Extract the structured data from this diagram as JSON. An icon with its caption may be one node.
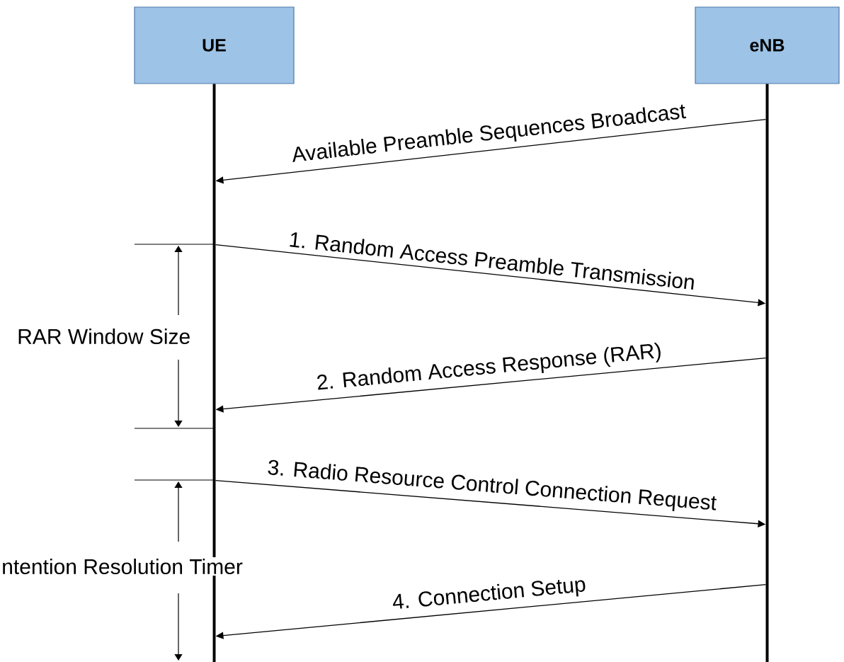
{
  "diagram": {
    "nodes": [
      {
        "text": [
          "UE"
        ]
      },
      {
        "text": [
          "eNB"
        ]
      }
    ],
    "edges": [
      {
        "from": 1,
        "to": 0,
        "arrow": "to",
        "label": "Available Preamble Sequences Broadcast"
      },
      {
        "from": 0,
        "to": 1,
        "arrow": "to",
        "label": "1. Random Access Preamble Transmission"
      },
      {
        "from": 1,
        "to": 0,
        "arrow": "to",
        "label": "2. Random Access Response (RAR)"
      },
      {
        "from": 0,
        "to": 1,
        "arrow": "to",
        "label": "3. Radio Resource Control Connection Request"
      },
      {
        "from": 1,
        "to": 0,
        "arrow": "to",
        "label": "4. Connection Setup"
      }
    ],
    "labels": [
      "RAR Window Size",
      "ntention Resolution Timer"
    ]
  }
}
